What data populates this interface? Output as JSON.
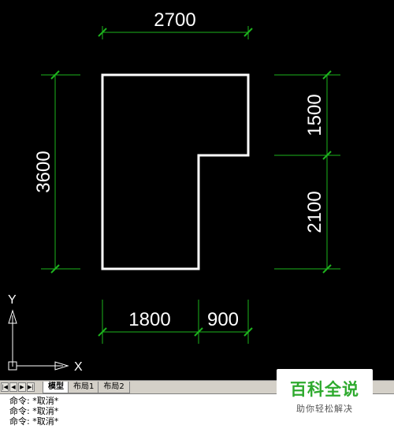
{
  "dimensions": {
    "top_width": "2700",
    "left_height": "3600",
    "right_upper": "1500",
    "right_lower": "2100",
    "bottom_left": "1800",
    "bottom_right": "900"
  },
  "ucs": {
    "y_label": "Y",
    "x_label": "X"
  },
  "tabs": [
    {
      "label": "模型"
    },
    {
      "label": "布局1"
    },
    {
      "label": "布局2"
    }
  ],
  "command_lines": [
    "命令: *取消*",
    "命令: *取消*",
    "命令: *取消*"
  ],
  "watermark": {
    "title": "百科全说",
    "subtitle": "助你轻松解决"
  },
  "colors": {
    "background": "#000000",
    "outline": "#ffffff",
    "dimension": "#1db31d"
  }
}
